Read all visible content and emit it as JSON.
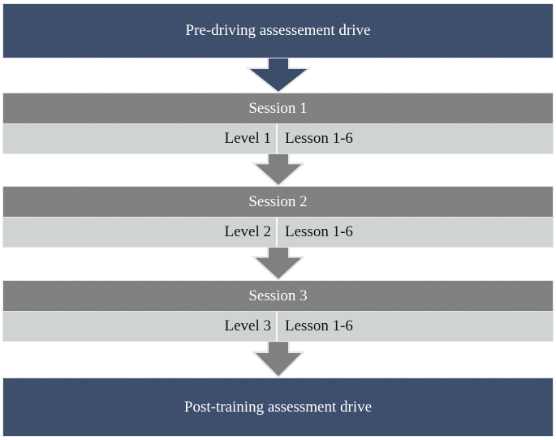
{
  "diagram": {
    "start": {
      "label": "Pre-driving assessement drive"
    },
    "sessions": [
      {
        "title": "Session 1",
        "level": "Level 1",
        "lesson": "Lesson 1-6"
      },
      {
        "title": "Session 2",
        "level": "Level 2",
        "lesson": "Lesson 1-6"
      },
      {
        "title": "Session 3",
        "level": "Level 3",
        "lesson": "Lesson 1-6"
      }
    ],
    "end": {
      "label": "Post-training assessment drive"
    }
  },
  "icons": {
    "down_arrow": "block down-arrow shape (stem + triangular head)"
  },
  "colors": {
    "page_bg": "#ffffff",
    "dark_blue": "#3c4d6b",
    "session_gray": "#7f7f7f",
    "level_gray": "#d0d3d4",
    "arrow_gray": "#808080",
    "edge_light": "#e4e7ea",
    "text_light": "#ffffff",
    "text_dark": "#111111"
  }
}
